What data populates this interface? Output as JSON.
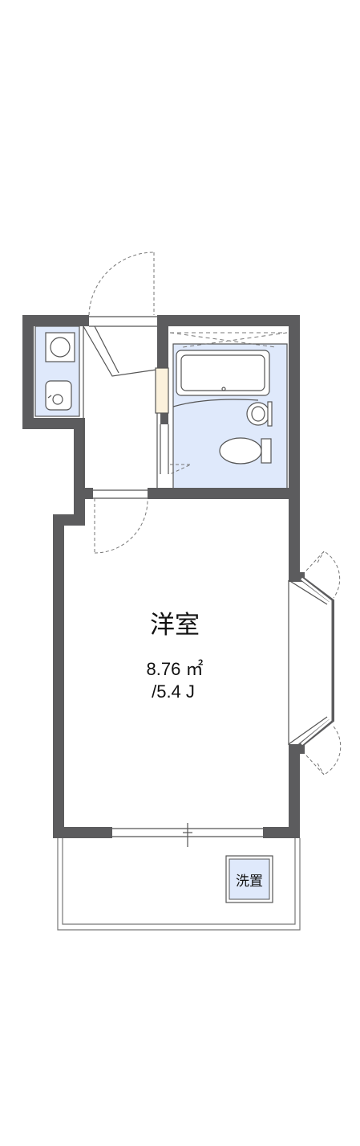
{
  "floor_plan": {
    "main_room": {
      "name": "洋室",
      "area": "8.76 ㎡",
      "tatami": "/5.4 J"
    },
    "washer_label": "洗置",
    "colors": {
      "wall": "#5c5c5e",
      "wet_area": "#dfe9fb",
      "fixture_stroke": "#555555",
      "closet": "#fbf1dc",
      "background": "#ffffff"
    }
  }
}
